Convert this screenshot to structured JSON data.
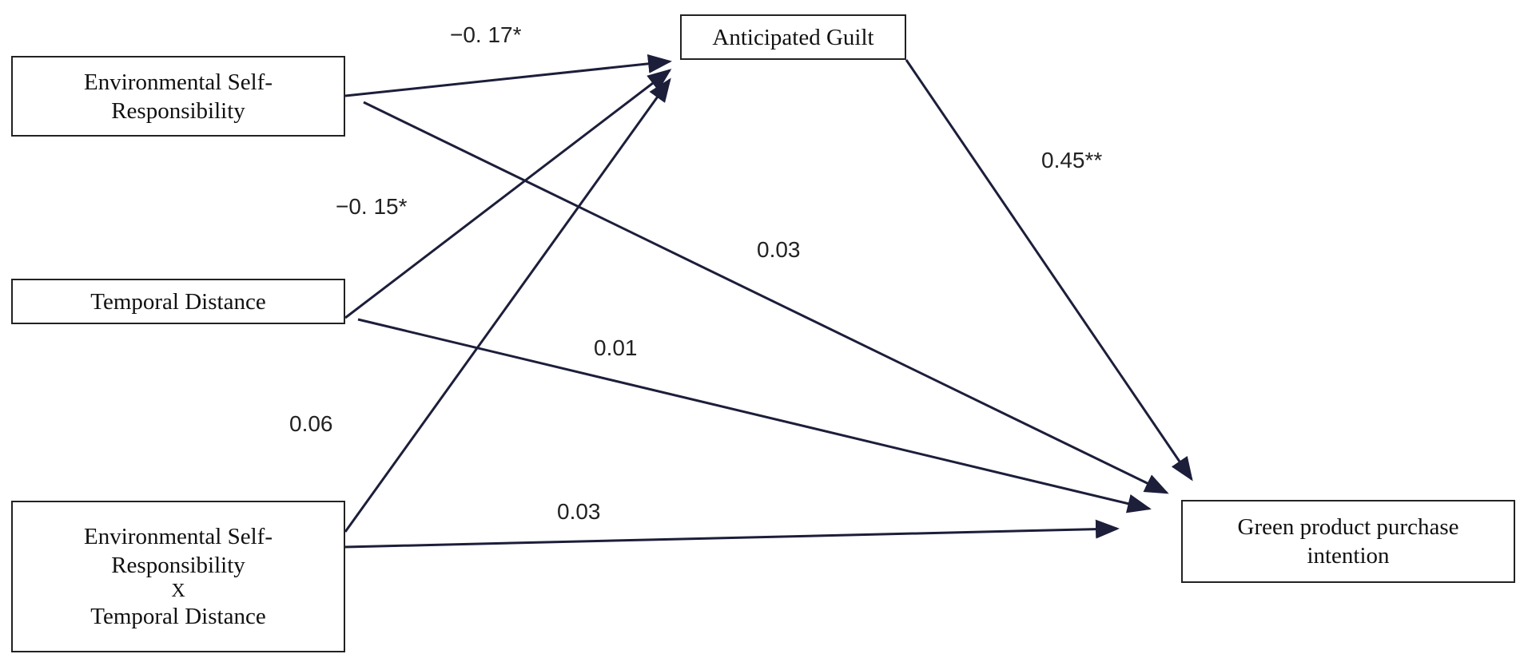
{
  "nodes": {
    "esr": {
      "line1": "Environmental Self-",
      "line2": "Responsibility"
    },
    "td": {
      "label": "Temporal Distance"
    },
    "interaction": {
      "line1": "Environmental Self-",
      "line2": "Responsibility",
      "cross": "X",
      "line3": "Temporal Distance"
    },
    "guilt": {
      "label": "Anticipated Guilt"
    },
    "outcome": {
      "line1": "Green product purchase",
      "line2": "intention"
    }
  },
  "paths": {
    "esr_to_guilt": "−0. 17*",
    "td_to_guilt": "−0. 15*",
    "interaction_to_guilt": "0.06",
    "guilt_to_outcome": "0.45**",
    "esr_to_outcome": "0.03",
    "td_to_outcome": "0.01",
    "interaction_to_outcome": "0.03"
  },
  "colors": {
    "arrow": "#1c1e3a",
    "border": "#222222"
  }
}
